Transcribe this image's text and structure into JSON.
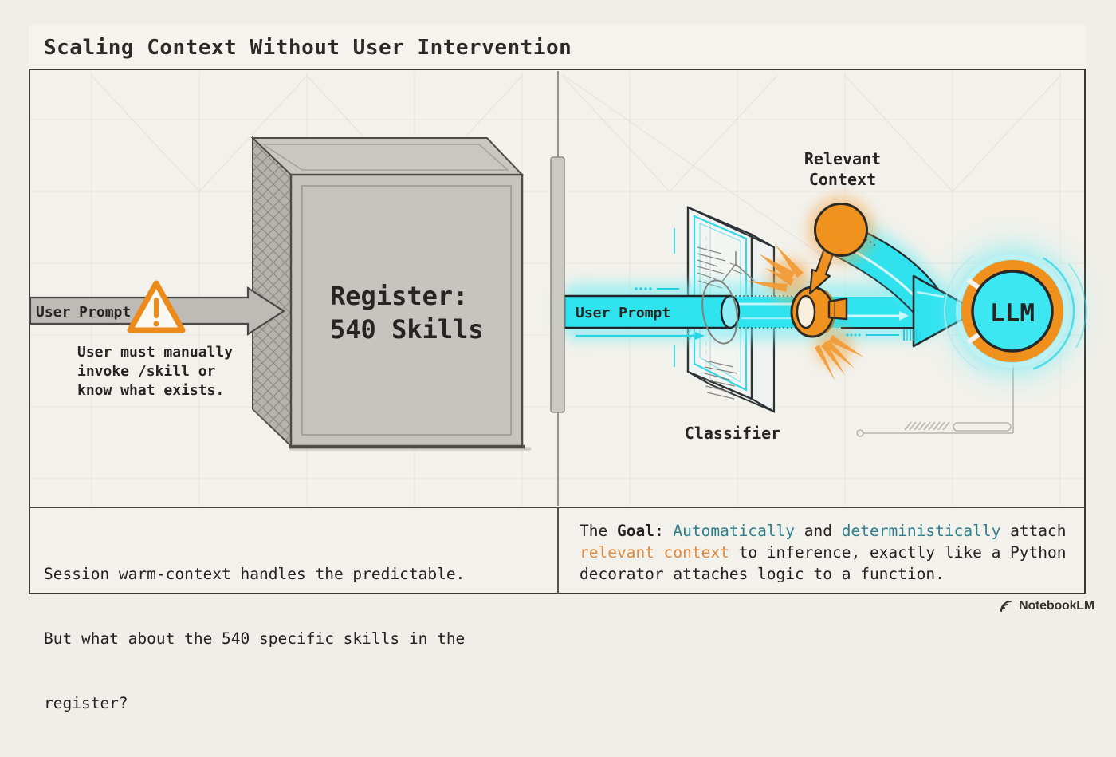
{
  "title": "Scaling Context Without User Intervention",
  "left": {
    "prompt_arrow_label": "User Prompt",
    "warning_caption_line1": "User must manually",
    "warning_caption_line2": "invoke /skill or",
    "warning_caption_line3": "know what exists.",
    "register_line1": "Register:",
    "register_line2": "540 Skills"
  },
  "right": {
    "prompt_beam_label": "User Prompt",
    "relevant_context_line1": "Relevant",
    "relevant_context_line2": "Context",
    "classifier_label": "Classifier",
    "llm_label": "LLM"
  },
  "footer": {
    "left_line1": "Session warm-context handles the predictable.",
    "left_line2": "But what about the 540 specific skills in the",
    "left_line3": "register?",
    "right_line1": [
      {
        "text": "The ",
        "style": "dark"
      },
      {
        "text": "Goal:",
        "style": "bold"
      },
      {
        "text": " ",
        "style": "dark"
      },
      {
        "text": "Automatically",
        "style": "teal"
      },
      {
        "text": " and ",
        "style": "dark"
      },
      {
        "text": "deterministically",
        "style": "teal"
      },
      {
        "text": " attach",
        "style": "dark"
      }
    ],
    "right_line2": [
      {
        "text": "relevant context",
        "style": "orange"
      },
      {
        "text": " to inference, exactly like a Python",
        "style": "dark"
      }
    ],
    "right_line3": [
      {
        "text": "decorator attaches logic to a function.",
        "style": "dark"
      }
    ]
  },
  "branding": {
    "logo_text": "NotebookLM"
  },
  "colors": {
    "accent_cyan": "#2fe3ef",
    "accent_orange": "#f0921e",
    "teal_text": "#2f7e8b",
    "orange_text": "#e0893e",
    "ink": "#262522",
    "panel_bg": "#f2f1eb",
    "box_gray": "#c6c4bf"
  }
}
